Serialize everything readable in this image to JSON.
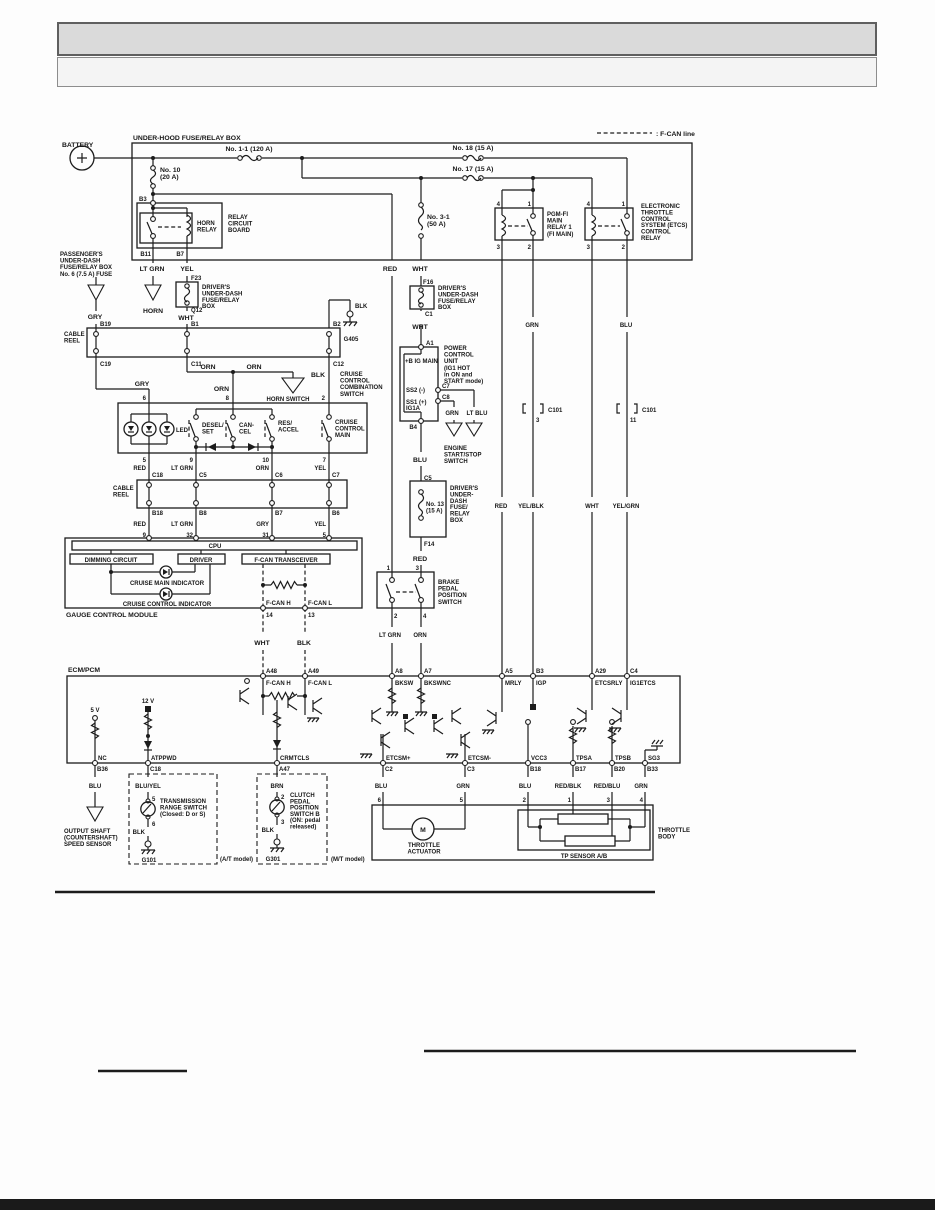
{
  "legend": {
    "fcan_line": ": F-CAN line"
  },
  "colors": {
    "red": "RED",
    "wht": "WHT",
    "blk": "BLK",
    "blu": "BLU",
    "grn": "GRN",
    "gry": "GRY",
    "yel": "YEL",
    "orn": "ORN",
    "lt_grn": "LT GRN",
    "lt_blu": "LT BLU",
    "blu_yel": "BLU/YEL",
    "brn": "BRN",
    "yel_blk": "YEL/BLK",
    "yel_grn": "YEL/GRN",
    "red_blk": "RED/BLK",
    "red_blu": "RED/BLU"
  },
  "battery": {
    "label": "BATTERY"
  },
  "underhood": {
    "title": "UNDER-HOOD FUSE/RELAY BOX",
    "fuse_1_1": "No. 1-1 (120 A)",
    "fuse_18": "No. 18 (15 A)",
    "fuse_17": "No. 17 (15 A)",
    "fuse_10": "No. 10\n(20 A)",
    "fuse_3_1": "No. 3-1\n(50 A)",
    "b3": "B3",
    "b11": "B11",
    "b7": "B7",
    "horn_relay": "HORN\nRELAY",
    "relay_board": "RELAY\nCIRCUIT\nBOARD"
  },
  "pgmfi_relay": {
    "title": "PGM-FI\nMAIN\nRELAY 1\n(FI MAIN)",
    "pin4": "4",
    "pin1": "1",
    "pin3": "3",
    "pin2": "2"
  },
  "etcs_relay": {
    "title": "ELECTRONIC\nTHROTTLE\nCONTROL\nSYSTEM (ETCS)\nCONTROL\nRELAY",
    "pin4": "4",
    "pin1": "1",
    "pin3": "3",
    "pin2": "2"
  },
  "passenger_box": {
    "label": "PASSENGER'S\nUNDER-DASH\nFUSE/RELAY BOX\nNo. 6 (7.5 A) FUSE"
  },
  "horn": {
    "label": "HORN"
  },
  "horn_switch": {
    "label": "HORN SWITCH"
  },
  "f23_box": {
    "id": "F23",
    "label": "DRIVER'S\nUNDER-DASH\nFUSE/RELAY\nBOX",
    "conn": "Q12",
    "b1": "B1"
  },
  "grounds": {
    "g405": "G405",
    "g101": "G101",
    "g301": "G301"
  },
  "cable_reel": {
    "label": "CABLE\nREEL",
    "r1t1": "B19",
    "r1b1": "C19",
    "r1t2": "B1",
    "r1b2": "C11",
    "r1t3": "B2",
    "r1b3": "C12",
    "r2t1": "C18",
    "r2t2": "C5",
    "r2t3": "C6",
    "r2t4": "C7",
    "r2b1": "B18",
    "r2b2": "B8",
    "r2b3": "B7",
    "r2b4": "B6"
  },
  "cruise_switch": {
    "title": "CRUISE\nCONTROL\nCOMBINATION\nSWITCH",
    "led": "LED",
    "desel_set": "DESEL/\nSET",
    "cancel": "CAN-\nCEL",
    "res_accel": "RES/\nACCEL",
    "main": "CRUISE\nCONTROL\nMAIN",
    "pin6": "6",
    "pin8": "8",
    "pin2": "2",
    "pin5": "5",
    "pin9": "9",
    "pin10": "10",
    "pin7": "7"
  },
  "gauge_module": {
    "label": "GAUGE CONTROL MODULE",
    "cpu": "CPU",
    "dimming": "DIMMING CIRCUIT",
    "driver": "DRIVER",
    "transceiver": "F-CAN TRANSCEIVER",
    "main_indicator": "CRUISE MAIN INDICATOR",
    "control_indicator": "CRUISE CONTROL INDICATOR",
    "fcan_h": "F-CAN H",
    "fcan_l": "F-CAN L",
    "pin14": "14",
    "pin13": "13",
    "pin9": "9",
    "pin32": "32",
    "pin31": "31",
    "pin5": "5"
  },
  "f16_box": {
    "id": "F16",
    "label": "DRIVER'S\nUNDER-DASH\nFUSE/RELAY\nBOX",
    "c1": "C1"
  },
  "power_unit": {
    "title": "POWER\nCONTROL\nUNIT\n(IG1 HOT\nin ON and\nSTART mode)",
    "big_main": "+B IG MAIN",
    "ss2": "SS2 (-)",
    "ss1": "SS1 (+)",
    "ig1a": "IG1A",
    "a1": "A1",
    "c7": "C7",
    "c8": "C8",
    "b4": "B4"
  },
  "engine_switch": {
    "label": "ENGINE\nSTART/STOP\nSWITCH"
  },
  "c101": {
    "label": "C101",
    "pin3": "3",
    "pin11": "11"
  },
  "no13_box": {
    "c5": "C5",
    "fuse": "No. 13\n(15 A)",
    "f14": "F14",
    "label": "DRIVER'S\nUNDER-\nDASH\nFUSE/\nRELAY\nBOX"
  },
  "brake_switch": {
    "title": "BRAKE\nPEDAL\nPOSITION\nSWITCH",
    "pin1": "1",
    "pin3": "3",
    "pin2": "2",
    "pin4": "4"
  },
  "ecm": {
    "label": "ECM/PCM",
    "v5": "5 V",
    "v12": "12 V",
    "top": [
      {
        "pin": "A48",
        "sig": "F-CAN H"
      },
      {
        "pin": "A49",
        "sig": "F-CAN L"
      },
      {
        "pin": "A8",
        "sig": "BKSW"
      },
      {
        "pin": "A7",
        "sig": "BKSWNC"
      },
      {
        "pin": "A5",
        "sig": "MRLY"
      },
      {
        "pin": "B3",
        "sig": "IGP"
      },
      {
        "pin": "A29",
        "sig": "ETCSRLY"
      },
      {
        "pin": "C4",
        "sig": "IG1ETCS"
      }
    ],
    "bottom": [
      {
        "sig": "NC",
        "pin": "B36"
      },
      {
        "sig": "ATPPWD",
        "pin": "C18"
      },
      {
        "sig": "CRMTCLS",
        "pin": "A47"
      },
      {
        "sig": "ETCSM+",
        "pin": "C2"
      },
      {
        "sig": "ETCSM-",
        "pin": "C3"
      },
      {
        "sig": "VCC3",
        "pin": "B18"
      },
      {
        "sig": "TPSA",
        "pin": "B17"
      },
      {
        "sig": "TPSB",
        "pin": "B20"
      },
      {
        "sig": "SG3",
        "pin": "B33"
      }
    ]
  },
  "output_shaft": {
    "label": "OUTPUT SHAFT\n(COUNTERSHAFT)\nSPEED SENSOR"
  },
  "trans_switch": {
    "title": "TRANSMISSION\nRANGE SWITCH\n(Closed: D or S)",
    "pin5": "5",
    "pin6": "6",
    "model": "(A/T model)"
  },
  "clutch_switch": {
    "title": "CLUTCH\nPEDAL\nPOSITION\nSWITCH B\n(ON: pedal\nreleased)",
    "pin2": "2",
    "pin3": "3",
    "model": "(M/T model)"
  },
  "throttle_body": {
    "label": "THROTTLE\nBODY",
    "actuator": "THROTTLE\nACTUATOR",
    "motor": "M",
    "tp_sensor": "TP SENSOR A/B",
    "pin6": "6",
    "pin5": "5",
    "pin2": "2",
    "pin1": "1",
    "pin3": "3",
    "pin4": "4"
  }
}
